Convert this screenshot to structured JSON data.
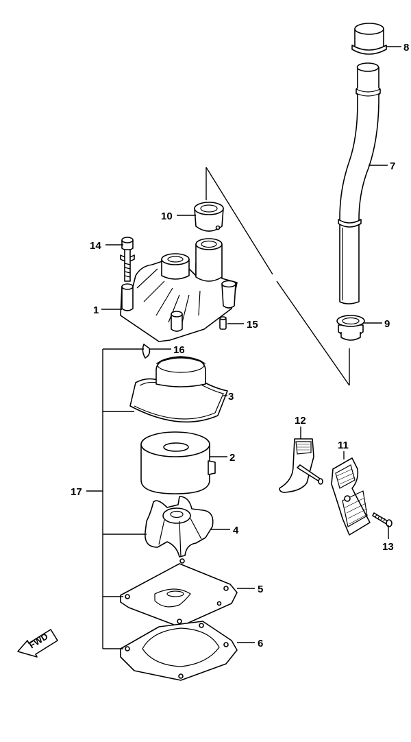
{
  "diagram": {
    "callouts": {
      "c1": "1",
      "c2": "2",
      "c3": "3",
      "c4": "4",
      "c5": "5",
      "c6": "6",
      "c7": "7",
      "c8": "8",
      "c9": "9",
      "c10": "10",
      "c11": "11",
      "c12": "12",
      "c13": "13",
      "c14": "14",
      "c15": "15",
      "c16": "16",
      "c17": "17"
    },
    "fwd_label": "FWD"
  }
}
